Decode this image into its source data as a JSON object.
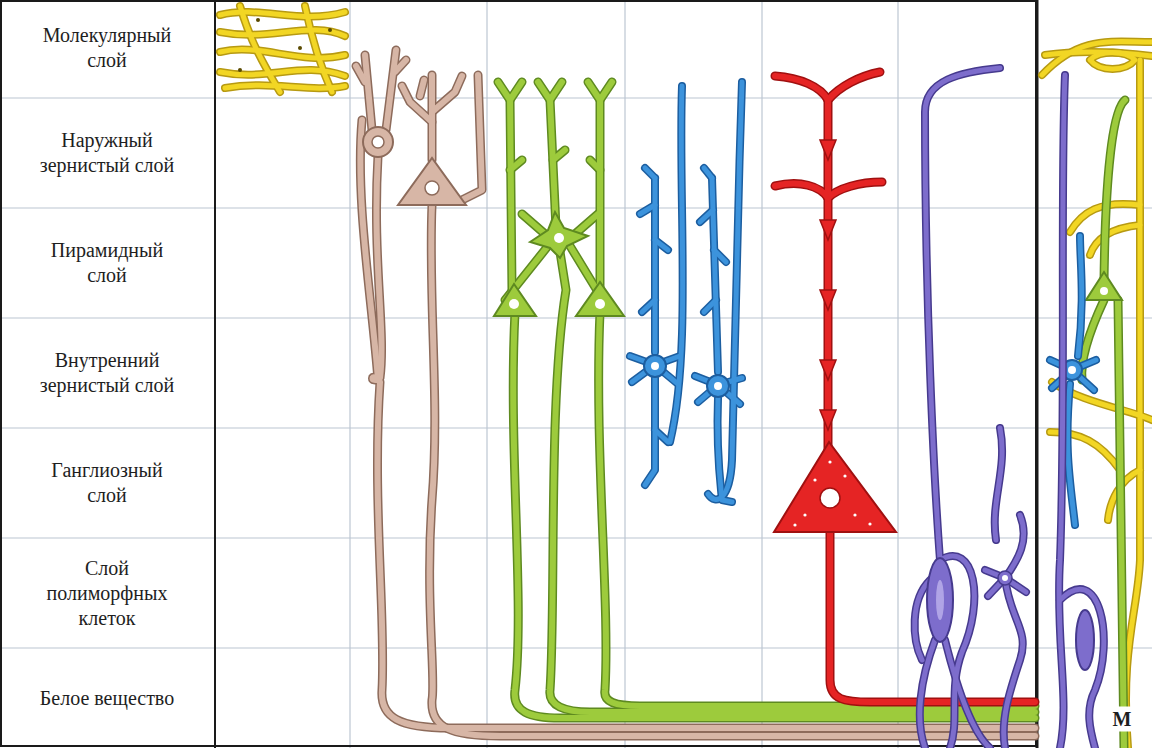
{
  "diagram": {
    "labels": [
      "Молекулярный слой",
      "Наружный зернистый слой",
      "Пирамидный слой",
      "Внутренний зернистый слой",
      "Ганглиозный слой",
      "Слой полиморфных клеток",
      "Белое вещество",
      "М"
    ]
  }
}
